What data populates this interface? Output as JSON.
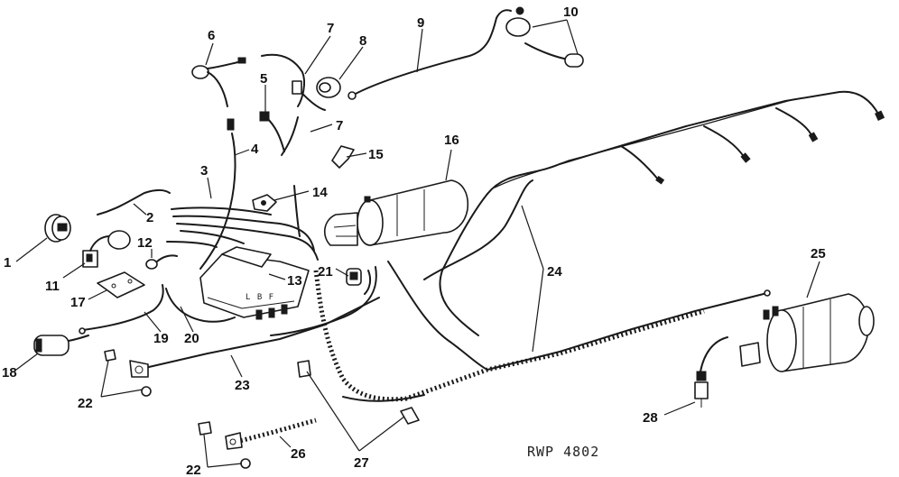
{
  "diagram": {
    "reference_code": "RWP 4802",
    "callouts": [
      {
        "id": "c1",
        "text": "1"
      },
      {
        "id": "c2",
        "text": "2"
      },
      {
        "id": "c3",
        "text": "3"
      },
      {
        "id": "c4",
        "text": "4"
      },
      {
        "id": "c5",
        "text": "5"
      },
      {
        "id": "c6",
        "text": "6"
      },
      {
        "id": "c7a",
        "text": "7"
      },
      {
        "id": "c7b",
        "text": "7"
      },
      {
        "id": "c8",
        "text": "8"
      },
      {
        "id": "c9",
        "text": "9"
      },
      {
        "id": "c10",
        "text": "10"
      },
      {
        "id": "c11",
        "text": "11"
      },
      {
        "id": "c12",
        "text": "12"
      },
      {
        "id": "c13",
        "text": "13"
      },
      {
        "id": "c14",
        "text": "14"
      },
      {
        "id": "c15",
        "text": "15"
      },
      {
        "id": "c16",
        "text": "16"
      },
      {
        "id": "c17",
        "text": "17"
      },
      {
        "id": "c18",
        "text": "18"
      },
      {
        "id": "c19",
        "text": "19"
      },
      {
        "id": "c20",
        "text": "20"
      },
      {
        "id": "c21",
        "text": "21"
      },
      {
        "id": "c22a",
        "text": "22"
      },
      {
        "id": "c22b",
        "text": "22"
      },
      {
        "id": "c23",
        "text": "23"
      },
      {
        "id": "c24",
        "text": "24"
      },
      {
        "id": "c25",
        "text": "25"
      },
      {
        "id": "c26",
        "text": "26"
      },
      {
        "id": "c27",
        "text": "27"
      },
      {
        "id": "c28",
        "text": "28"
      }
    ],
    "regulator_marks": "L  B  F"
  }
}
